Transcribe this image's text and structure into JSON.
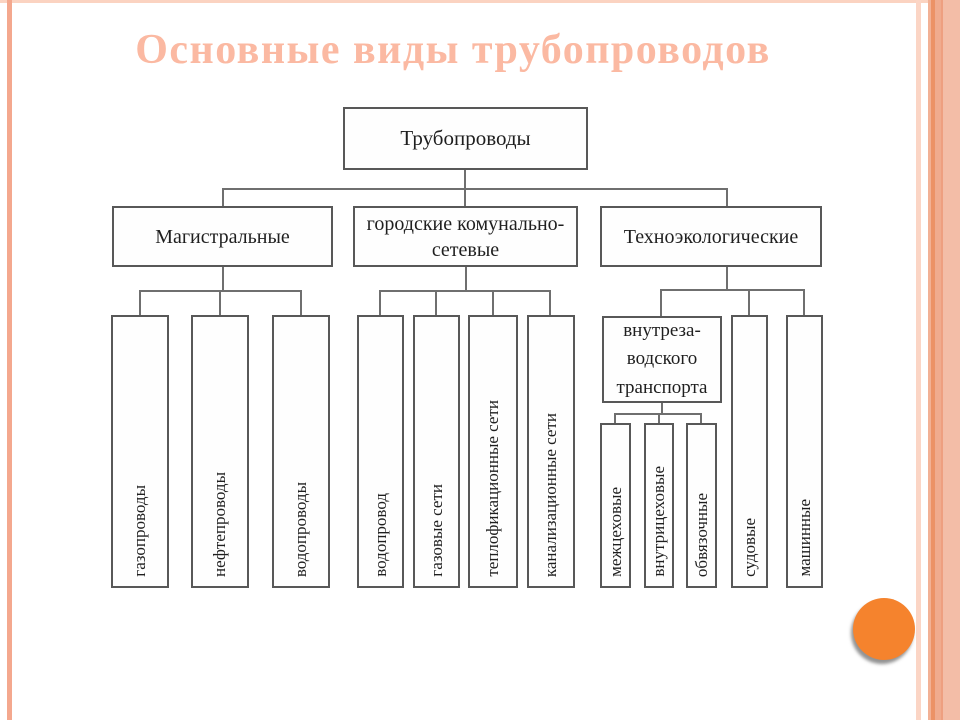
{
  "slide": {
    "title": "Основные виды трубопроводов",
    "theme_colors": {
      "title_text": "#fbb9a2",
      "left_stripe": "#f4a88e",
      "right_stripe_light": "#fbd5c5",
      "right_band_dark": "#ec9266",
      "right_band_mid": "#f0ab8e",
      "circle_orange": "#f5832d",
      "box_border": "#585858",
      "connector": "#6f6f6f"
    }
  },
  "diagram": {
    "root": {
      "label": "Трубопроводы"
    },
    "level2": [
      {
        "label": "Магистральные"
      },
      {
        "label": "городские комунально-сетевые"
      },
      {
        "label": "Техноэкологические"
      }
    ],
    "magistralnye_children": [
      {
        "label": "газопроводы"
      },
      {
        "label": "нефтепроводы"
      },
      {
        "label": "водопроводы"
      }
    ],
    "gorodskie_children": [
      {
        "label": "водопровод"
      },
      {
        "label": "газовые сети"
      },
      {
        "label": "теплофикационные сети"
      },
      {
        "label": "канализационные сети"
      }
    ],
    "tehnoekologicheskie_children": [
      {
        "label": "внутреза-\nводского\nтранспорта"
      },
      {
        "label": "судовые"
      },
      {
        "label": "машинные"
      }
    ],
    "vnutrezavodskogo_children": [
      {
        "label": "межцеховые"
      },
      {
        "label": "внутрицеховые"
      },
      {
        "label": "обвязочные"
      }
    ]
  }
}
